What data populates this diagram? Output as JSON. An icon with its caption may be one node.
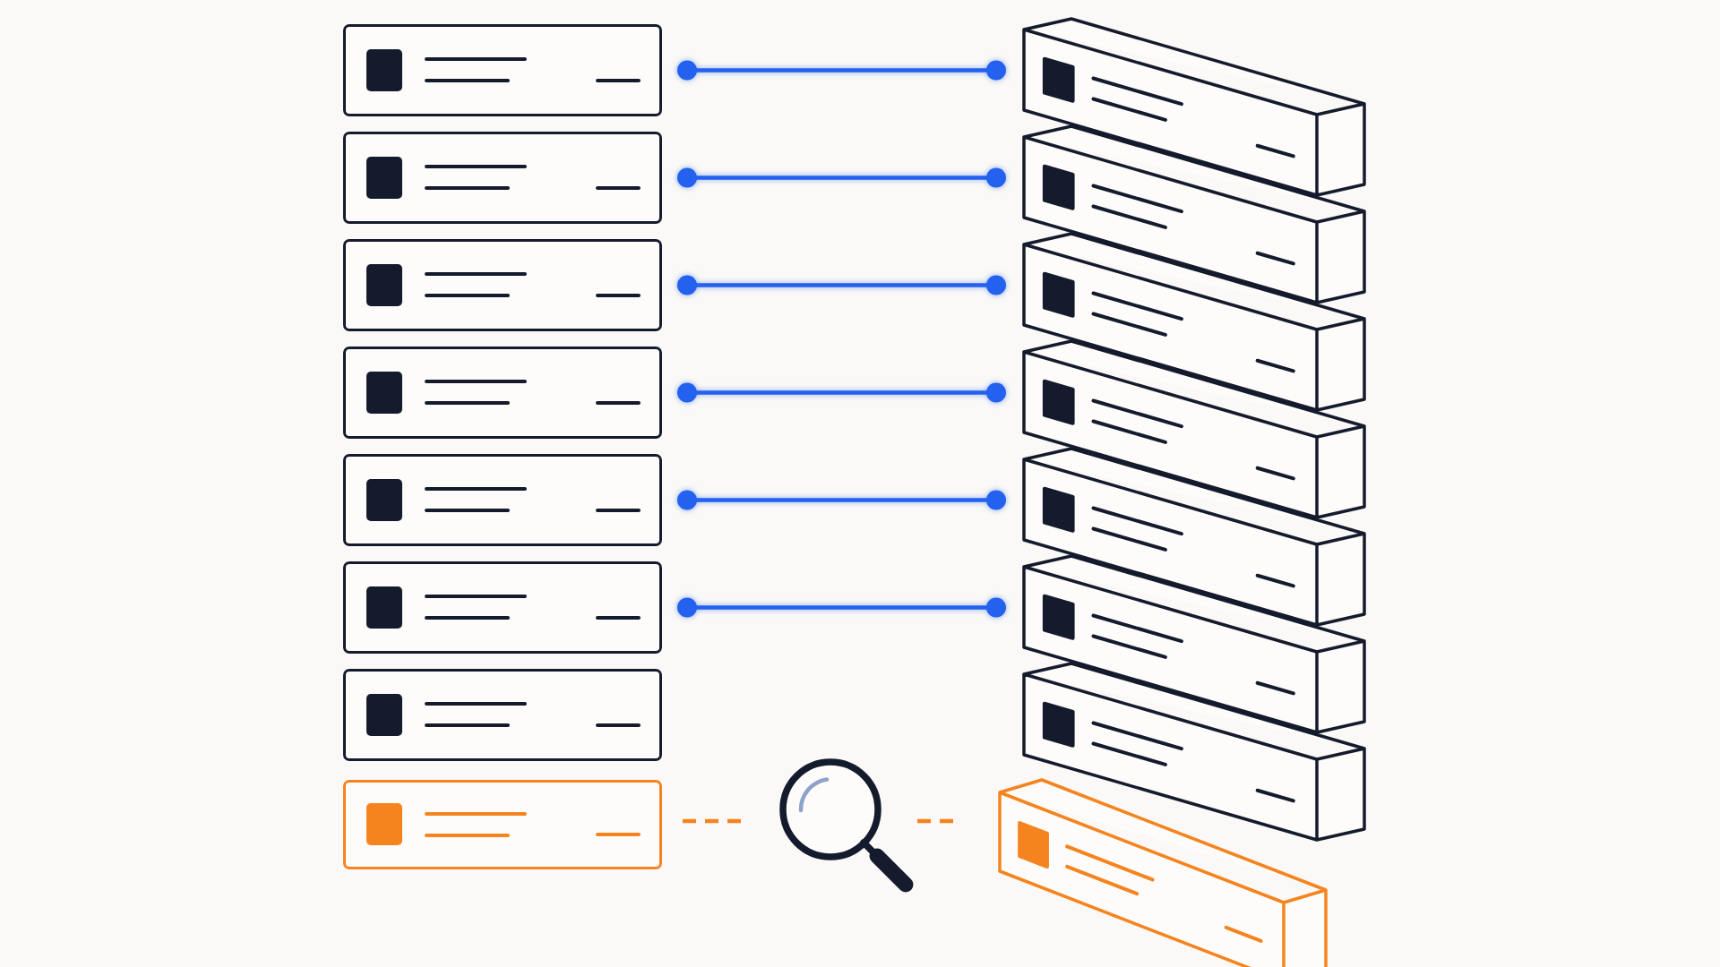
{
  "diagram": {
    "nodes": [
      {
        "text": [],
        "shape": "box"
      },
      {
        "text": [],
        "shape": "box"
      },
      {
        "text": [],
        "shape": "box"
      },
      {
        "text": [],
        "shape": "box"
      },
      {
        "text": [],
        "shape": "box"
      },
      {
        "text": [],
        "shape": "box"
      },
      {
        "text": [],
        "shape": "box"
      },
      {
        "text": [],
        "shape": "box"
      },
      {
        "text": [],
        "shape": "block"
      },
      {
        "text": [],
        "shape": "block"
      },
      {
        "text": [],
        "shape": "block"
      },
      {
        "text": [],
        "shape": "block"
      },
      {
        "text": [],
        "shape": "block"
      },
      {
        "text": [],
        "shape": "block"
      },
      {
        "text": [],
        "shape": "block"
      },
      {
        "text": [],
        "shape": "block"
      },
      {
        "text": [],
        "shape": "magnifier"
      }
    ],
    "edges": [
      {
        "from": 0,
        "to": 8,
        "arrow": "other"
      },
      {
        "from": 1,
        "to": 9,
        "arrow": "other"
      },
      {
        "from": 2,
        "to": 10,
        "arrow": "other"
      },
      {
        "from": 3,
        "to": 11,
        "arrow": "other"
      },
      {
        "from": 4,
        "to": 12,
        "arrow": "other"
      },
      {
        "from": 5,
        "to": 13,
        "arrow": "other"
      },
      {
        "from": 7,
        "to": 16,
        "arrow": "none",
        "style": "dashed",
        "color": "#f5841f"
      },
      {
        "from": 16,
        "to": 15,
        "arrow": "none",
        "style": "dashed",
        "color": "#f5841f"
      }
    ]
  }
}
